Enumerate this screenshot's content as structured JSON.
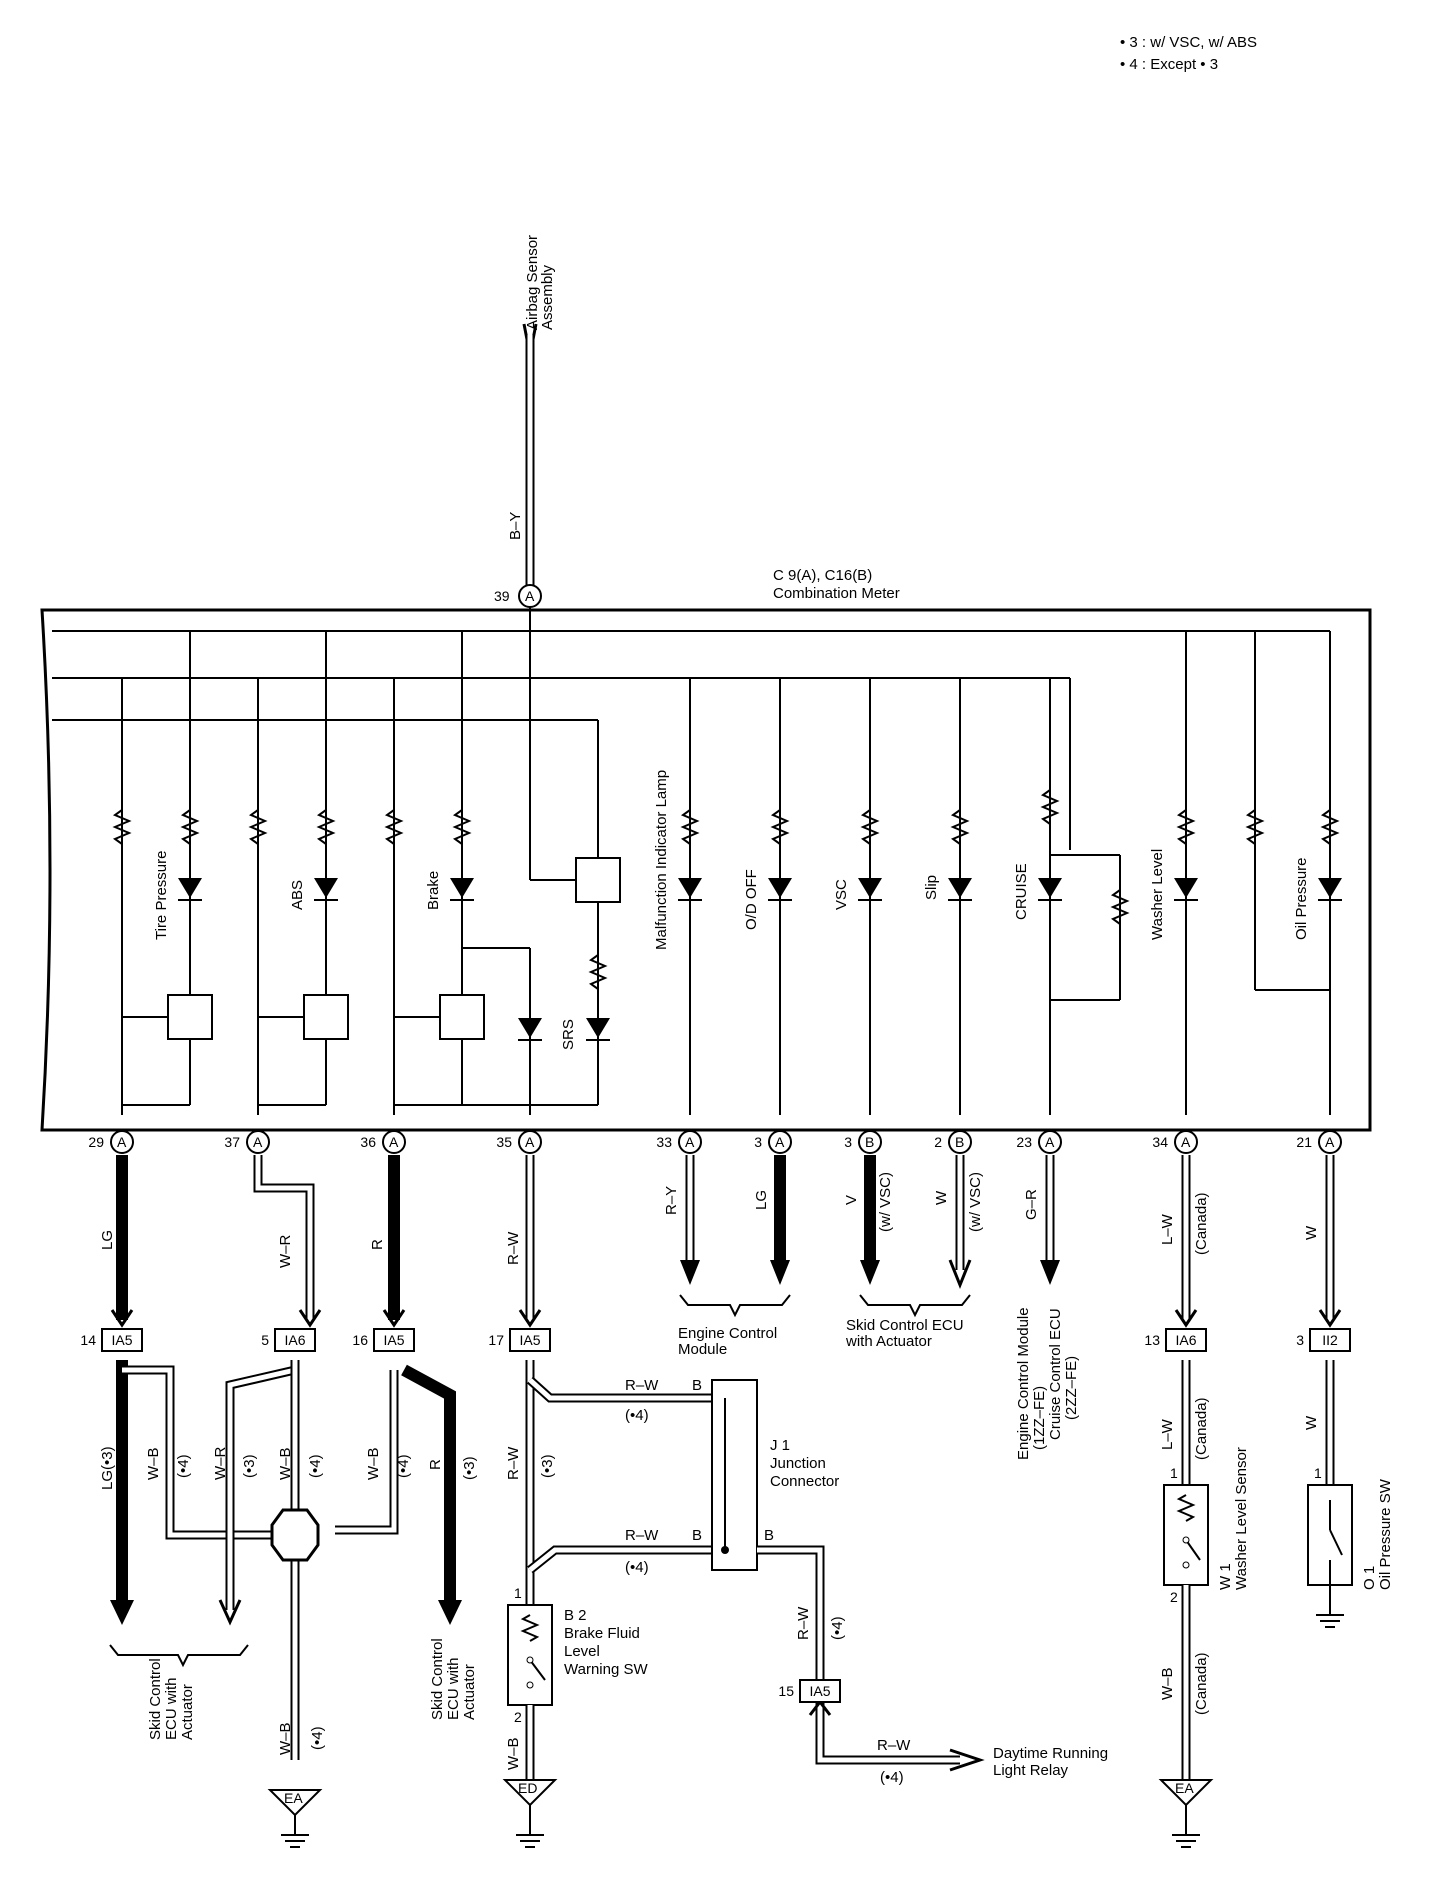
{
  "notes": [
    "• 3 : w/ VSC,  w/ ABS",
    "• 4 : Except • 3"
  ],
  "meter": {
    "connector_label": "C 9(A), C16(B)",
    "name": "Combination Meter",
    "top_pin": {
      "number": "39",
      "connector": "A"
    }
  },
  "top_feed": {
    "label": "Airbag Sensor Assembly",
    "label_line1": "Airbag Sensor",
    "label_line2": "Assembly",
    "wire": "B–Y"
  },
  "indicators": [
    "Tire Pressure",
    "ABS",
    "Brake",
    "SRS",
    "Malfunction Indicator Lamp",
    "O/D OFF",
    "VSC",
    "Slip",
    "CRUISE",
    "Washer Level",
    "Oil Pressure"
  ],
  "bottom_pins": [
    {
      "number": "29",
      "connector": "A",
      "wire": "LG"
    },
    {
      "number": "37",
      "connector": "A",
      "wire": "W–R"
    },
    {
      "number": "36",
      "connector": "A",
      "wire": "R"
    },
    {
      "number": "35",
      "connector": "A",
      "wire": "R–W"
    },
    {
      "number": "33",
      "connector": "A",
      "wire": "R–Y"
    },
    {
      "number": "3",
      "connector": "A",
      "wire": "LG"
    },
    {
      "number": "3",
      "connector": "B",
      "wire": "V",
      "note": "(w/ VSC)"
    },
    {
      "number": "2",
      "connector": "B",
      "wire": "W",
      "note": "(w/ VSC)"
    },
    {
      "number": "23",
      "connector": "A",
      "wire": "G–R"
    },
    {
      "number": "34",
      "connector": "A",
      "wire": "L–W",
      "note": "(Canada)"
    },
    {
      "number": "21",
      "connector": "A",
      "wire": "W"
    }
  ],
  "junctions": [
    {
      "pin": "14",
      "name": "IA5"
    },
    {
      "pin": "5",
      "name": "IA6"
    },
    {
      "pin": "16",
      "name": "IA5"
    },
    {
      "pin": "17",
      "name": "IA5"
    },
    {
      "pin": "13",
      "name": "IA6"
    },
    {
      "pin": "3",
      "name": "II2"
    },
    {
      "pin": "15",
      "name": "IA5"
    }
  ],
  "lower_wires": {
    "lg3": "LG(•3)",
    "wb": "W–B",
    "wr": "W–R",
    "r": "R",
    "rw": "R–W",
    "lw": "L–W",
    "w": "W",
    "n3": "(•3)",
    "n4": "(•4)",
    "canada": "(Canada)",
    "b": "B"
  },
  "destinations": {
    "engine_control_module": {
      "line1": "Engine Control",
      "line2": "Module"
    },
    "skid_control_ecu": {
      "line1": "Skid Control ECU",
      "line2": "with Actuator"
    },
    "engine_module_cruise": {
      "line1": "Engine Control Module",
      "line2": "(1ZZ–FE)",
      "line3": "Cruise Control ECU",
      "line4": "(2ZZ–FE)"
    },
    "skid_left": {
      "line1": "Skid Control",
      "line2": "ECU with",
      "line3": "Actuator"
    },
    "skid_mid": {
      "line1": "Skid Control",
      "line2": "ECU with",
      "line3": "Actuator"
    },
    "drl": {
      "line1": "Daytime Running",
      "line2": "Light Relay"
    }
  },
  "components": {
    "j1": {
      "id": "J 1",
      "line1": "Junction",
      "line2": "Connector"
    },
    "b2": {
      "id": "B 2",
      "line1": "Brake Fluid",
      "line2": "Level",
      "line3": "Warning SW",
      "pin_top": "1",
      "pin_bottom": "2"
    },
    "w1": {
      "id": "W 1",
      "name": "Washer Level Sensor",
      "pin_top": "1",
      "pin_bottom": "2"
    },
    "o1": {
      "id": "O 1",
      "name": "Oil Pressure SW",
      "pin_top": "1"
    }
  },
  "grounds": [
    "EA",
    "ED",
    "EA"
  ]
}
